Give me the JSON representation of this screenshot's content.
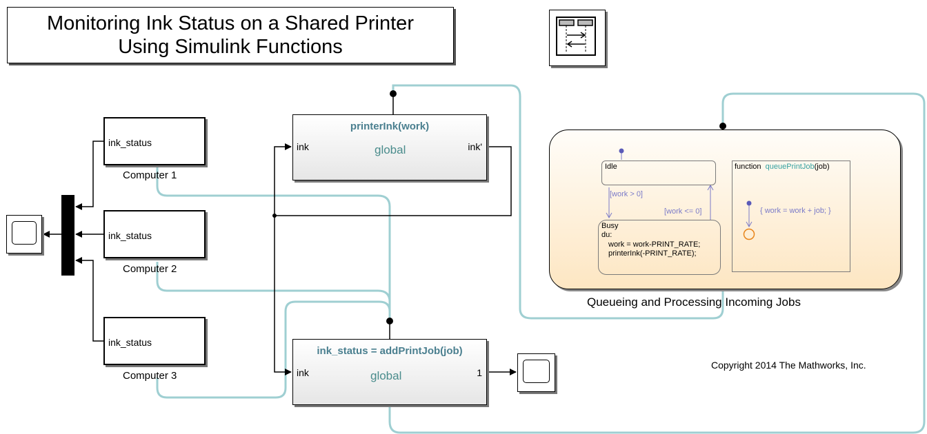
{
  "title": {
    "line1": "Monitoring Ink Status on a Shared Printer",
    "line2": "Using Simulink Functions"
  },
  "computers": [
    {
      "port": "ink_status",
      "caption": "Computer 1"
    },
    {
      "port": "ink_status",
      "caption": "Computer 2"
    },
    {
      "port": "ink_status",
      "caption": "Computer 3"
    }
  ],
  "printer_ink": {
    "title": "printerInk(work)",
    "in_port": "ink",
    "out_port": "ink'",
    "scope_label": "global"
  },
  "add_print_job": {
    "title": "ink_status = addPrintJob(job)",
    "in_port": "ink",
    "out_port": "1",
    "scope_label": "global"
  },
  "chart": {
    "caption": "Queueing and Processing Incoming Jobs",
    "idle_label": "Idle",
    "t_to_busy": "[work > 0]",
    "t_to_idle": "[work <= 0]",
    "busy_lines": [
      "Busy",
      "du:",
      "work = work-PRINT_RATE;",
      "printerInk(-PRINT_RATE);"
    ],
    "fn_keyword": "function",
    "fn_name": "queuePrintJob",
    "fn_arg": "(job)",
    "fn_body": "{ work = work + job; }"
  },
  "copyright": "Copyright 2014 The Mathworks, Inc.",
  "colors": {
    "signal_line": "#000000",
    "function_call_line": "#9fcfd2",
    "chart_fill": "#fde6c2",
    "function_text": "#4a7f8f"
  }
}
